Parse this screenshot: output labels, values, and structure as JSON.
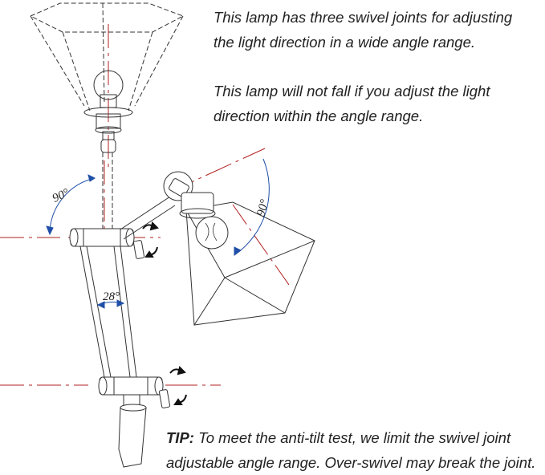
{
  "text": {
    "line1a": "This lamp has three swivel joints for adjusting",
    "line1b": "the light direction in a wide angle range.",
    "line2a": "This lamp will not fall if you adjust the light",
    "line2b": "direction within the angle range.",
    "tip_label": "TIP:",
    "tip_line1": " To meet the anti-tilt test, we limit the swivel joint",
    "tip_line2": "adjustable angle range. Over-swivel may break the joint."
  },
  "angles": {
    "top": "90°",
    "right": "90°",
    "arm": "28°"
  },
  "colors": {
    "line": "#333333",
    "guide": "#b22222",
    "dim": "#1f4fa8"
  }
}
